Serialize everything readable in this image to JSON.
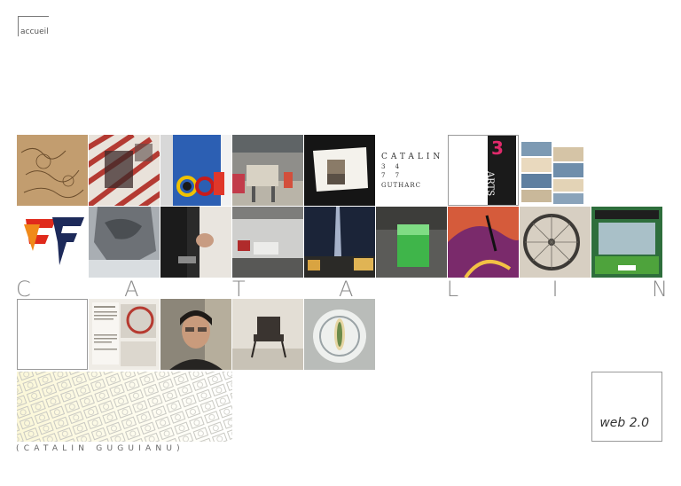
{
  "nav": {
    "home_label": "accueil"
  },
  "intro_box": {
    "line1": "CATALIN",
    "line2": "3     4",
    "line3": "7     7",
    "line4": "GUTHARC"
  },
  "arts_logo": {
    "number": "3",
    "text": "ARTS"
  },
  "banner_letters": [
    "C",
    "A",
    "T",
    "A",
    "L",
    "I",
    "N"
  ],
  "footer": {
    "name": "(CATALIN GUGUIANU)"
  },
  "web_box": {
    "label": "web 2.0"
  },
  "colors": {
    "background": "#ffffff",
    "banner_letter": "#8a8a8a",
    "border": "#9a9a9a",
    "logo_red": "#e02a1c",
    "logo_orange": "#f08a1a",
    "logo_navy": "#1d2a5a"
  }
}
